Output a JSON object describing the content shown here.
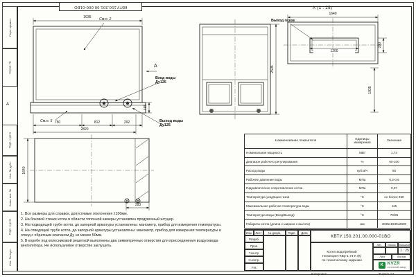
{
  "page": {
    "zone_mark": "А",
    "kopiroval": "Копировал",
    "format_label": "Формат А3"
  },
  "top_stamp": {
    "doc_number_inverted": "КВТУ.150.201.00.000-01ВО"
  },
  "frame_stamps": {
    "perv_primen": "Перв. примен.",
    "sprav_no": "Справ. №",
    "podp_data_1": "Подп. и дата",
    "inv_dubl": "Инв. № дубл.",
    "vzam_inv": "Взам. инв. №",
    "podp_data_2": "Подп. и дата",
    "inv_podl": "Инв. № подл."
  },
  "views": {
    "front": {
      "dim_width": "3035",
      "dim_seg_750": "750",
      "dim_seg_812": "812",
      "dim_seg_292": "292",
      "dim_span_2820": "2820",
      "dim_base_height": "465",
      "callout_note2": "См.п. 2",
      "callout_note5": "См.п. 5",
      "water_inlet": "Вход воды",
      "water_inlet_dn": "Ду125",
      "water_outlet": "Выход воды",
      "water_outlet_dn": "Ду125",
      "section_label": "А"
    },
    "plan": {
      "dim_depth": "1640",
      "dim_293": "293"
    },
    "side": {
      "dim_height": "2505",
      "dim_1935": "1935"
    },
    "section_a": {
      "title": "А (1 : 25)",
      "gas_outlet": "Выход газов",
      "dim_width": "1640",
      "dim_duct": "1200",
      "dim_290": "290"
    }
  },
  "notes": {
    "n1": "1. Все размеры для справок, допустимые отклонения ±100мм.",
    "n2": "2. На боковой стенке котла в области топочной камеры установлен продувочный штуцер.",
    "n3": "3. На подводящей трубе котла, до запорной арматуры установлены: манометр, прибор для измерения температуры.",
    "n4": "4. На отводящей трубе котла, до запорной арматуры установлены: манометр, прибор для измерения температуры и отвод с обратным клапаном Ду не менее 50мм.",
    "n5": "5. В коробе под колосниковой решеткой выполнены два симметричных отверстия для присоединения воздуховода вентилятора. Не используемое отверстие заглушить."
  },
  "spec_table": {
    "col_name": "Наименование показателя",
    "col_units": "Единицы измерения",
    "col_value": "Значение",
    "rows": [
      {
        "name": "Номинальная мощность",
        "units": "МВт",
        "value": "1,74"
      },
      {
        "name": "Диапазон рабочего регулирования",
        "units": "%",
        "value": "50-100"
      },
      {
        "name": "Расход воды",
        "units": "куб.м/ч",
        "value": "60"
      },
      {
        "name": "Рабочее давление воды",
        "units": "МПа",
        "value": "0,3-0,6"
      },
      {
        "name": "Гидравлическое сопротивление котла",
        "units": "МПа",
        "value": "0,07"
      },
      {
        "name": "Температура уходящих газов",
        "units": "°С",
        "value": "не более 250"
      },
      {
        "name": "Максимальная рабочая температура воды",
        "units": "°С",
        "value": "115"
      },
      {
        "name": "Температура воды (Вход/Выход)",
        "units": "°С",
        "value": "70/95"
      },
      {
        "name": "Габариты котла (длина х ширина х высота)",
        "units": "мм",
        "value": "3035х1930х2600"
      }
    ]
  },
  "title_block": {
    "doc_number": "КВТУ.150.201.00.000-01ВО",
    "product_line1": "Котел водогрейный",
    "product_line2": "Heatexpert-КВр-1,74-К (К)",
    "product_line3": "по техническому заданию",
    "col_izm": "Изм.",
    "col_list": "Лист",
    "col_doc": "№ докум.",
    "col_podp": "Подп.",
    "col_data": "Дата",
    "row_razrab": "Разраб.",
    "row_prov": "Пров.",
    "row_tkontr": "Т.контр.",
    "row_nkontr": "Н.контр.",
    "row_utv": "Утв.",
    "lit_label": "Лит.",
    "mass_label": "Масса",
    "scale_label": "Масштаб",
    "scale_value": "1 : 25",
    "sheet_label": "Лист",
    "sheets_label": "Листов",
    "logo_text": "KVZR",
    "logo_sub": "котельный завод"
  }
}
